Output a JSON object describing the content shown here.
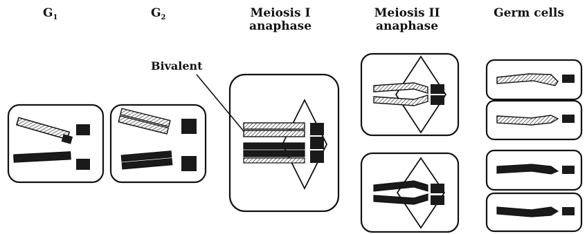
{
  "headers": {
    "g1": {
      "base": "G",
      "sub": "1"
    },
    "g2": {
      "base": "G",
      "sub": "2"
    },
    "meiosis1": {
      "line1": "Meiosis I",
      "line2": "anaphase"
    },
    "meiosis2": {
      "line1": "Meiosis II",
      "line2": "anaphase"
    },
    "germ": "Germ cells"
  },
  "callout": "Bivalent",
  "colors": {
    "stroke": "#111111",
    "dark": "#1a1a1a",
    "light": "#ffffff",
    "background": "#ffffff"
  },
  "icons": [
    "rounded-cell-box",
    "spindle-diamond",
    "chromosome-bar",
    "centromere-block"
  ]
}
